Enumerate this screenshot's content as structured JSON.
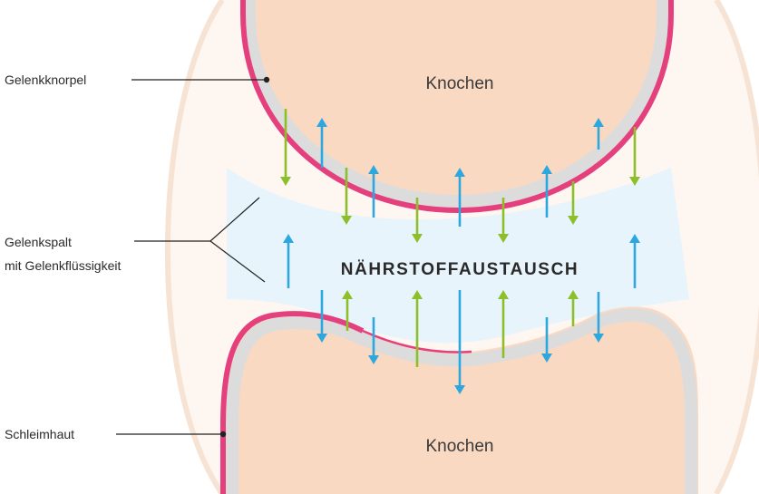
{
  "labels": {
    "cartilage": "Gelenkknorpel",
    "gap_line1": "Gelenkspalt",
    "gap_line2": "mit Gelenkflüssigkeit",
    "membrane": "Schleimhaut",
    "bone_top": "Knochen",
    "bone_bottom": "Knochen",
    "exchange": "NÄHRSTOFFAUSTAUSCH"
  },
  "colors": {
    "capsule_tint": "#fdf6f1",
    "capsule_edge": "#f7e3d4",
    "bone": "#fad9c2",
    "cartilage": "#dcdcdc",
    "membrane": "#e5407e",
    "fluid": "#e8f4fc",
    "arrow_blue": "#2ea7df",
    "arrow_green": "#8cbf2a",
    "leader_line": "#222222"
  },
  "arrow_semantics": {
    "blue": "pointing toward the bones (nutrient flow into cartilage)",
    "green": "pointing into the joint gap"
  }
}
